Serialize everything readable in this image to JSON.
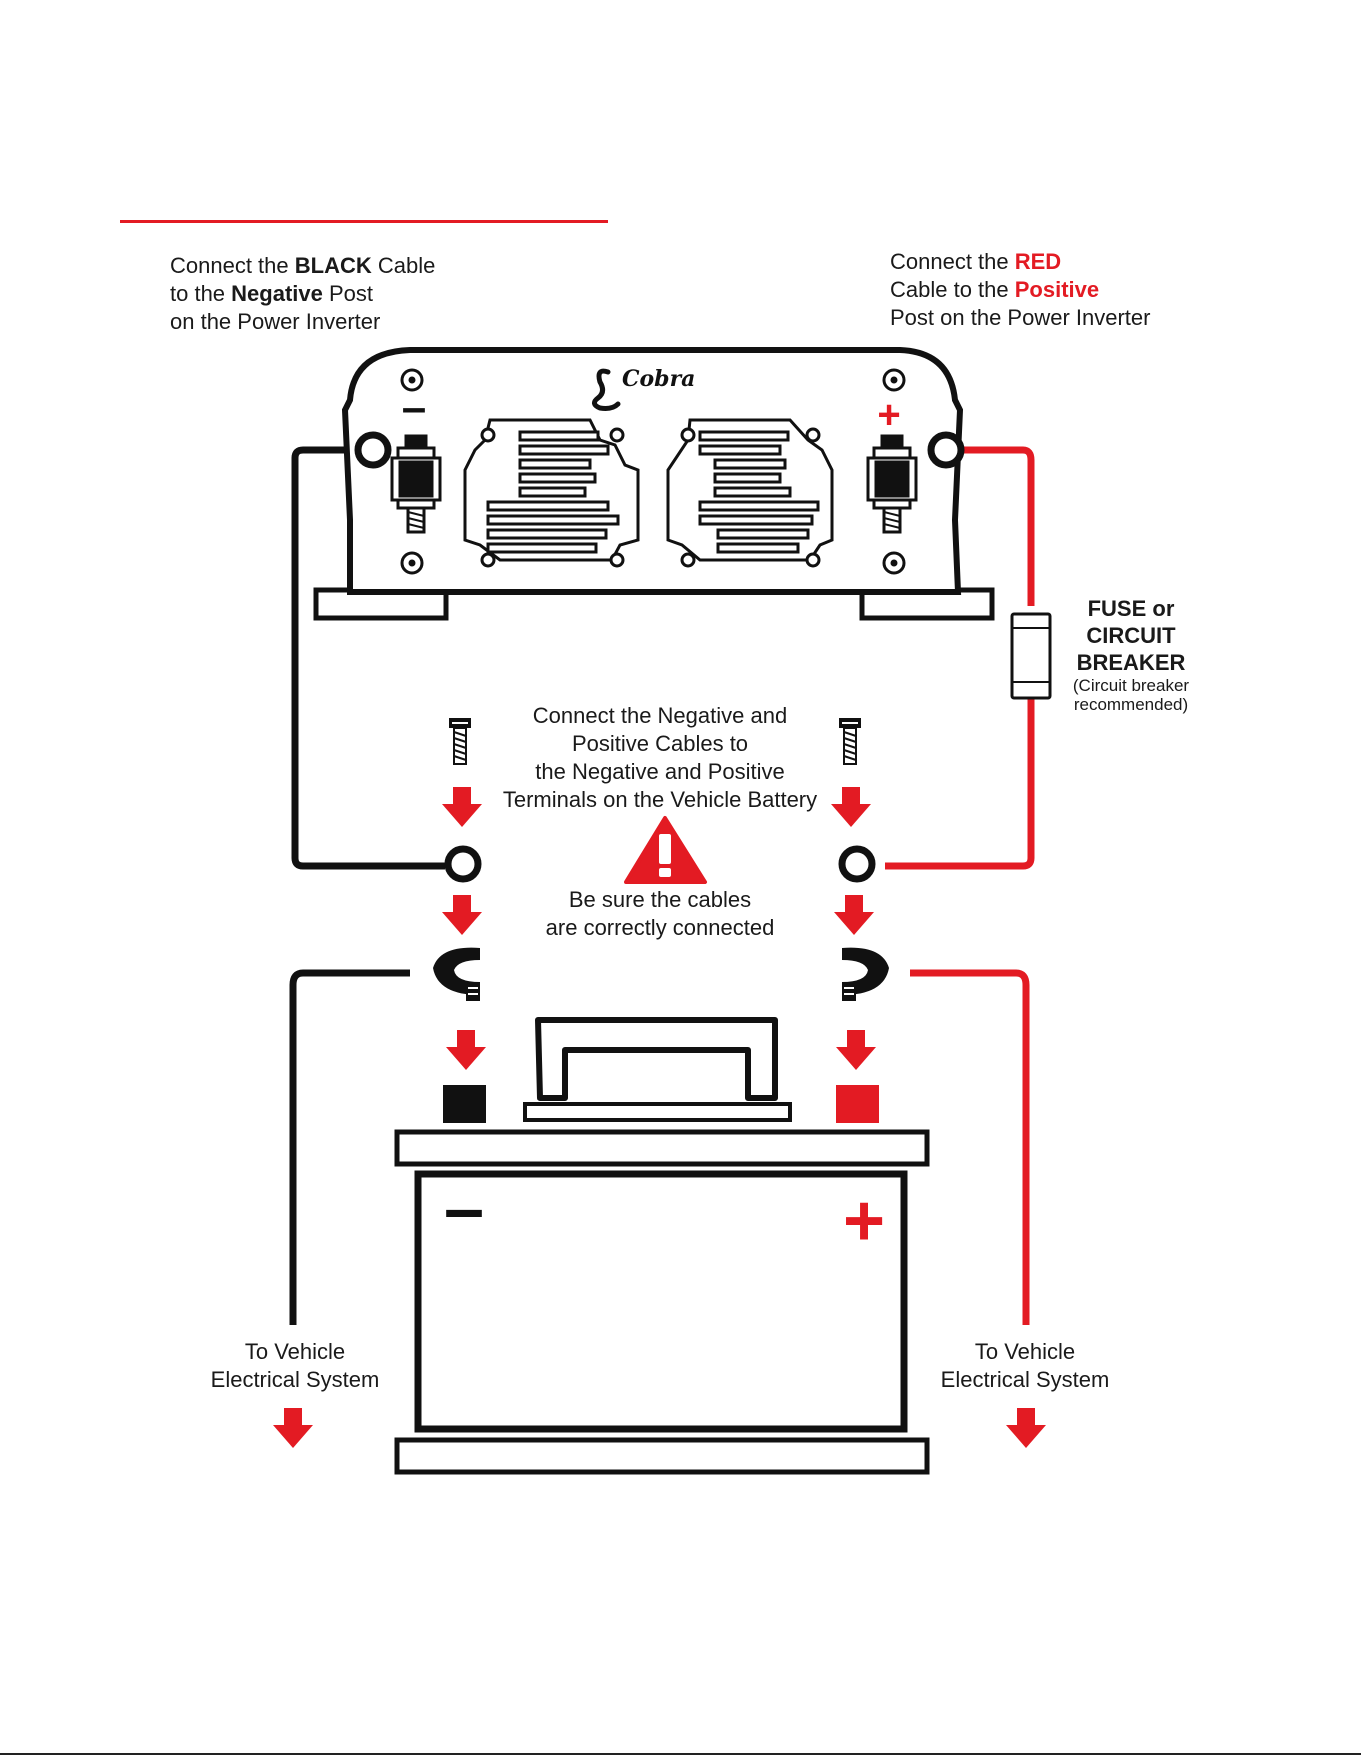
{
  "instructions": {
    "black_cable": {
      "line1_pre": "Connect the ",
      "line1_bold": "BLACK",
      "line1_post": " Cable",
      "line2_pre": "to the ",
      "line2_bold": "Negative",
      "line2_post": " Post",
      "line3": "on the Power Inverter"
    },
    "red_cable": {
      "line1_pre": "Connect the ",
      "line1_bold": "RED",
      "line2_pre": "Cable to the ",
      "line2_bold": "Positive",
      "line3": "Post on the Power Inverter"
    },
    "terminals": {
      "line1": "Connect the Negative and",
      "line2": "Positive Cables to",
      "line3": "the Negative and Positive",
      "line4": "Terminals on the Vehicle Battery"
    },
    "warning": {
      "line1": "Be sure the cables",
      "line2": "are correctly connected"
    }
  },
  "fuse": {
    "title_line1": "FUSE or",
    "title_line2": "CIRCUIT",
    "title_line3": "BREAKER",
    "note_line1": "(Circuit breaker",
    "note_line2": "recommended)"
  },
  "vehicle_left": {
    "line1": "To Vehicle",
    "line2": "Electrical System"
  },
  "vehicle_right": {
    "line1": "To Vehicle",
    "line2": "Electrical System"
  },
  "inverter": {
    "brand": "Cobra",
    "neg_symbol": "–",
    "pos_symbol": "+"
  },
  "battery": {
    "neg_symbol": "–",
    "pos_symbol": "+"
  },
  "colors": {
    "accent_red": "#e31b23",
    "black": "#111111",
    "white": "#ffffff"
  },
  "icons": [
    "warning-triangle-icon",
    "down-arrow-icon",
    "bolt-icon",
    "ring-terminal-icon",
    "clamp-terminal-icon"
  ]
}
